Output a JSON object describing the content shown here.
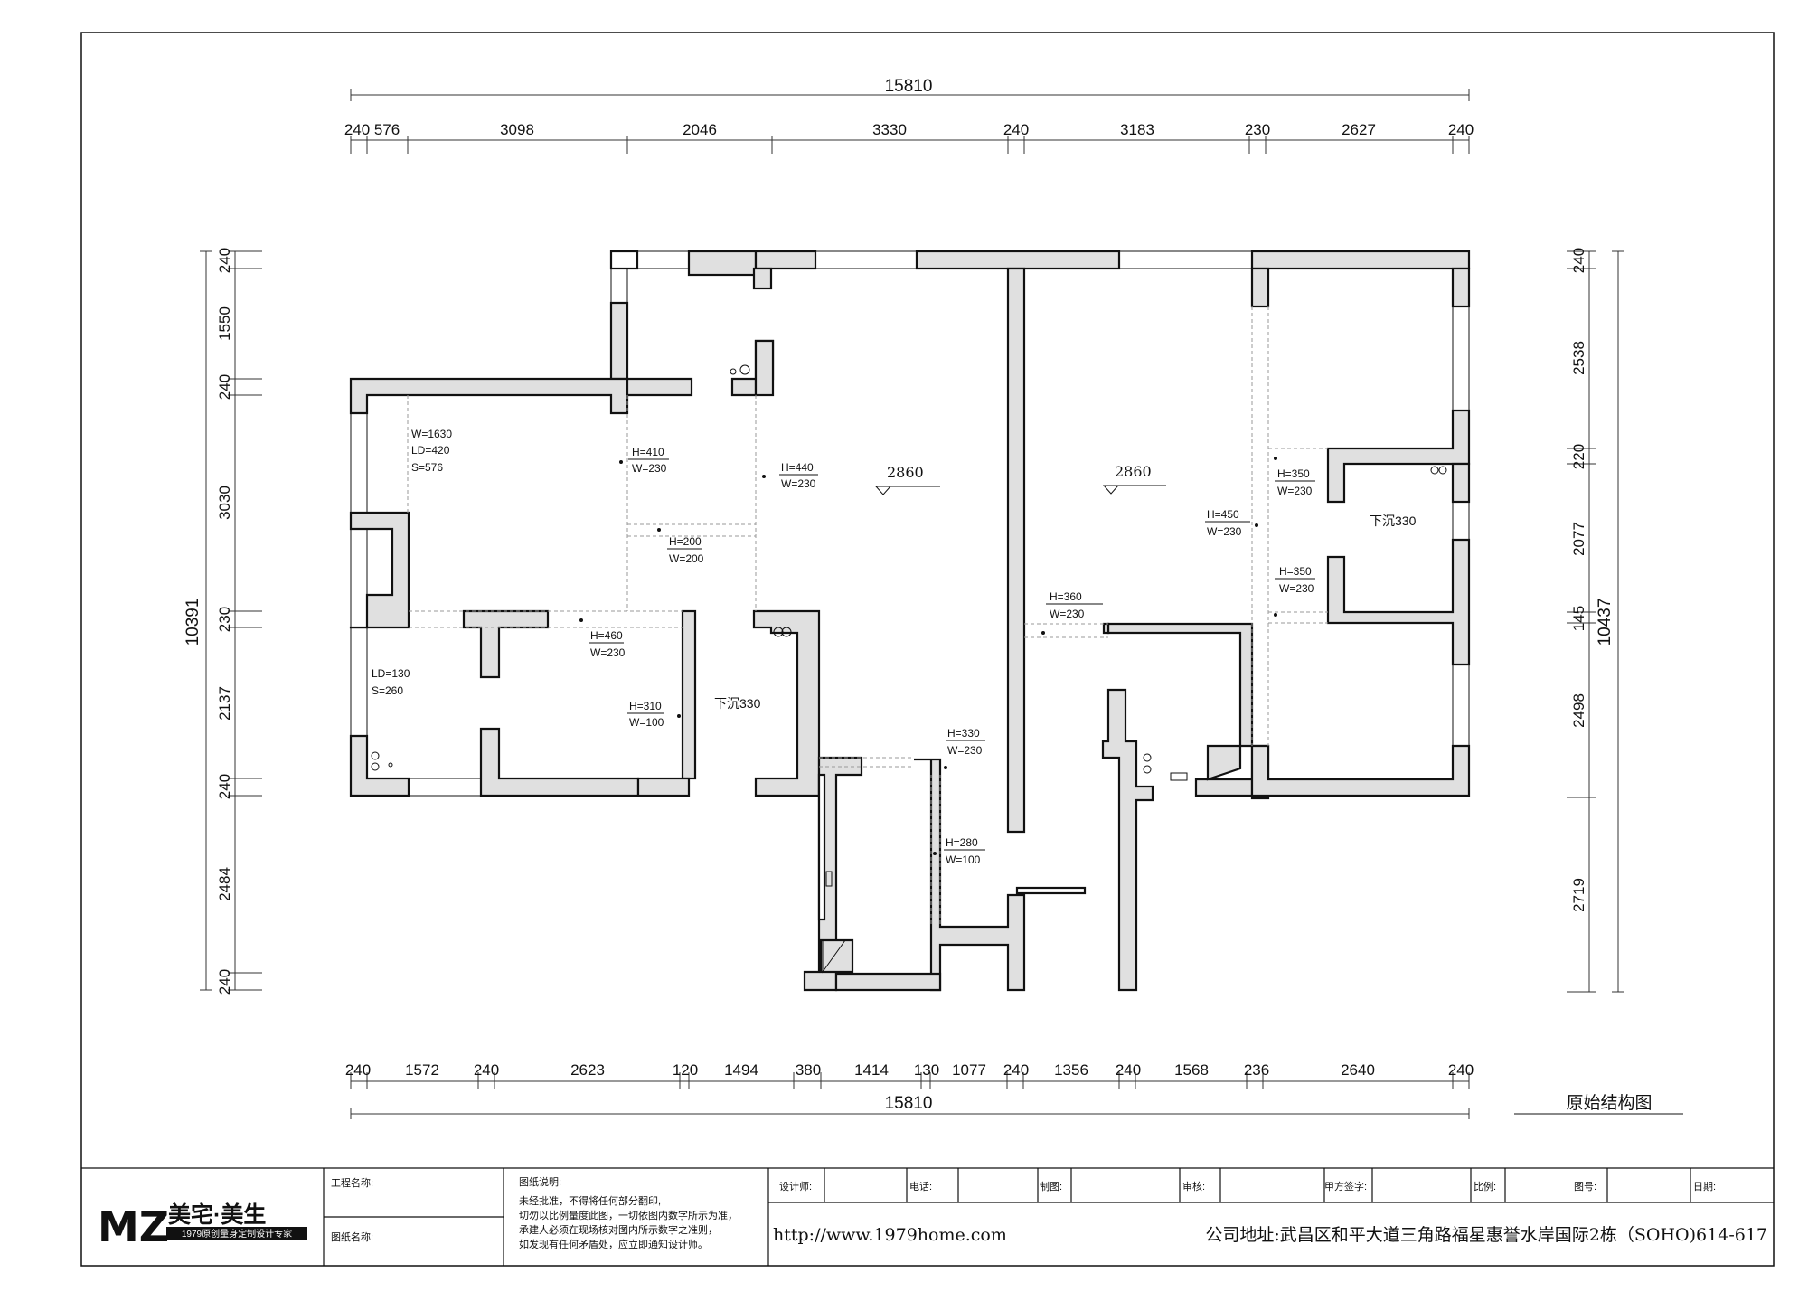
{
  "drawing_title": "原始结构图",
  "top_dimensions": {
    "total": "15810",
    "segments": [
      "240",
      "576",
      "3098",
      "2046",
      "3330",
      "240",
      "3183",
      "230",
      "2627",
      "240"
    ]
  },
  "bottom_dimensions": {
    "total": "15810",
    "segments": [
      "240",
      "1572",
      "240",
      "2623",
      "120",
      "1494",
      "380",
      "1414",
      "130",
      "1077",
      "240",
      "1356",
      "240",
      "1568",
      "236",
      "2640",
      "240"
    ]
  },
  "left_dimensions": {
    "total": "10391",
    "segments": [
      "240",
      "1550",
      "240",
      "3030",
      "230",
      "2137",
      "240",
      "2484",
      "240"
    ]
  },
  "right_dimensions": {
    "total": "10437",
    "segments": [
      "240",
      "2538",
      "220",
      "2077",
      "145",
      "2498",
      "2719"
    ]
  },
  "annotations": {
    "window_a": [
      "W=1630",
      "LD=420",
      "S=576"
    ],
    "window_b": [
      "LD=130",
      "S=260"
    ],
    "beam_1": [
      "H=410",
      "W=230"
    ],
    "beam_2": [
      "H=440",
      "W=230"
    ],
    "beam_3": [
      "H=200",
      "W=200"
    ],
    "beam_4": [
      "H=460",
      "W=230"
    ],
    "beam_5": [
      "H=310",
      "W=100"
    ],
    "beam_6": [
      "H=330",
      "W=230"
    ],
    "beam_7": [
      "H=280",
      "W=100"
    ],
    "beam_8": [
      "H=360",
      "W=230"
    ],
    "beam_9": [
      "H=450",
      "W=230"
    ],
    "beam_10": [
      "H=350",
      "W=230"
    ],
    "beam_11": [
      "H=350",
      "W=230"
    ],
    "sunken_1": "下沉330",
    "sunken_2": "下沉330",
    "elevation_1": "2860",
    "elevation_2": "2860"
  },
  "title_block": {
    "logo_mark": "MZ",
    "logo_name": "美宅·美生",
    "logo_slogan": "1979原创量身定制设计专家",
    "project_name_label": "工程名称:",
    "drawing_name_label": "图纸名称:",
    "notes_title": "图纸说明:",
    "notes": [
      "未经批准，不得将任何部分翻印,",
      "切勿以比例量度此图，一切依图内数字所示为准，",
      "承建人必须在现场核对图内所示数字之准则，",
      "如发现有任何矛盾处，应立即通知设计师。"
    ],
    "fields": [
      "设计师:",
      "电话:",
      "制图:",
      "审核:",
      "甲方签字:",
      "比例:",
      "图号:",
      "日期:"
    ],
    "website": "http://www.1979home.com",
    "address": "公司地址:武昌区和平大道三角路福星惠誉水岸国际2栋（SOHO)614-617"
  }
}
